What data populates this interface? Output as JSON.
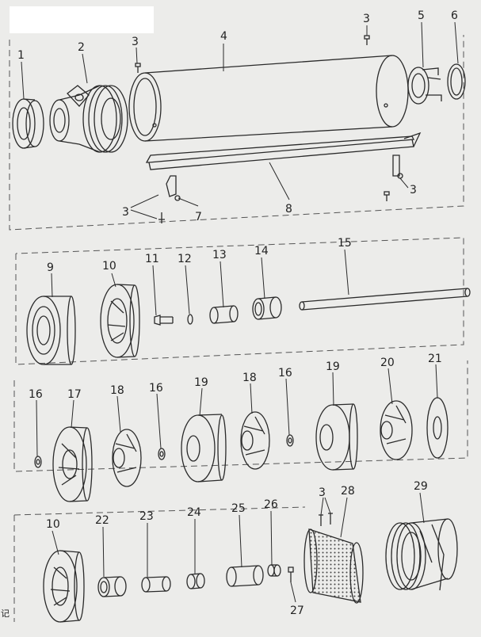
{
  "diagram": {
    "type": "exploded-parts-diagram",
    "style": "black line drawing on scanned paper",
    "colors": {
      "paper": "#ececea",
      "ink": "#2a2a2a",
      "dash": "#555555",
      "label_box": "#ffffff"
    },
    "labels": {
      "p1": "1",
      "p2": "2",
      "p3a": "3",
      "p3b": "3",
      "p3c": "3",
      "p3d": "3",
      "p3e": "3",
      "p4": "4",
      "p5": "5",
      "p6": "6",
      "p7": "7",
      "p8": "8",
      "p9": "9",
      "p10a": "10",
      "p11": "11",
      "p12": "12",
      "p13": "13",
      "p14": "14",
      "p15": "15",
      "p16a": "16",
      "p17": "17",
      "p18a": "18",
      "p16b": "16",
      "p19a": "19",
      "p18b": "18",
      "p16c": "16",
      "p19b": "19",
      "p20": "20",
      "p21": "21",
      "p10b": "10",
      "p22": "22",
      "p23": "23",
      "p24": "24",
      "p25": "25",
      "p26": "26",
      "p27": "27",
      "p28": "28",
      "p29": "29"
    },
    "edge_mark": "记"
  }
}
